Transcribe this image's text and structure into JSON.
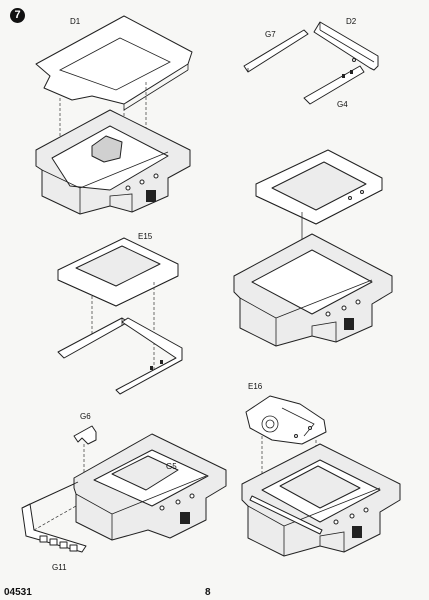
{
  "step_number": "7",
  "part_number": "04531",
  "page_number": "8",
  "callouts": {
    "d1": "D1",
    "g7": "G7",
    "d2": "D2",
    "g4": "G4",
    "e15": "E15",
    "g6": "G6",
    "g5": "G5",
    "e16": "E16",
    "g11": "G11"
  }
}
